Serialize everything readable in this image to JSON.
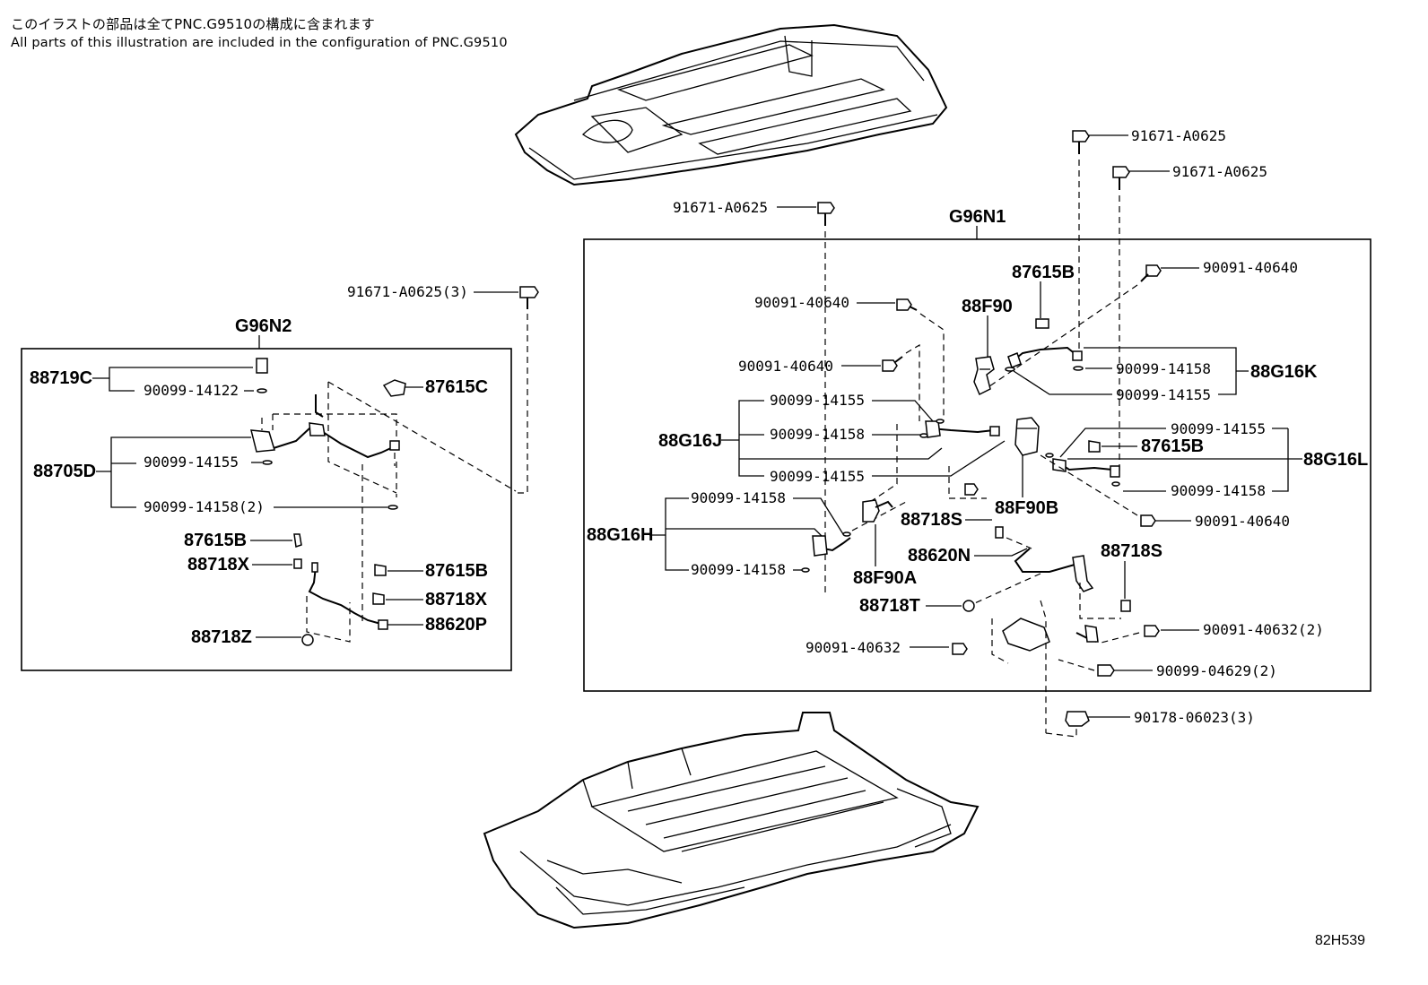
{
  "header": {
    "japanese": "このイラストの部品は全てPNC.G9510の構成に含まれます",
    "english": "All parts of this illustration are included in the configuration of PNC.G9510"
  },
  "groups": {
    "left": "G96N2",
    "right": "G96N1"
  },
  "labels": {
    "bolt_top_1": "91671-A0625",
    "bolt_top_2": "91671-A0625",
    "bolt_mid": "91671-A0625",
    "bolt_left": "91671-A0625(3)",
    "l_88719C": "88719C",
    "l_90099_14122": "90099-14122",
    "l_87615C": "87615C",
    "l_88705D": "88705D",
    "l_90099_14155": "90099-14155",
    "l_90099_14158_2": "90099-14158(2)",
    "l_87615B_a": "87615B",
    "l_88718X_a": "88718X",
    "l_87615B_b": "87615B",
    "l_88718X_b": "88718X",
    "l_88620P": "88620P",
    "l_88718Z": "88718Z",
    "r_87615B_top": "87615B",
    "r_88F90": "88F90",
    "r_90091_40640_a": "90091-40640",
    "r_90091_40640_b": "90091-40640",
    "r_90091_40640_c": "90091-40640",
    "r_90091_40640_d": "90091-40640",
    "r_90099_14158_k": "90099-14158",
    "r_90099_14155_k": "90099-14155",
    "r_88G16K": "88G16K",
    "r_88G16J": "88G16J",
    "r_j_14155_a": "90099-14155",
    "r_j_14158": "90099-14158",
    "r_j_14155_b": "90099-14155",
    "r_l_14155": "90099-14155",
    "r_87615B_mid": "87615B",
    "r_88G16L": "88G16L",
    "r_l_14158": "90099-14158",
    "r_88F90B": "88F90B",
    "r_88G16H": "88G16H",
    "r_h_14158_a": "90099-14158",
    "r_h_14158_b": "90099-14158",
    "r_88718S_a": "88718S",
    "r_88718S_b": "88718S",
    "r_88620N": "88620N",
    "r_88F90A": "88F90A",
    "r_88718T": "88718T",
    "r_90091_40632": "90091-40632",
    "r_90091_40632_2": "90091-40632(2)",
    "r_90099_04629_2": "90099-04629(2)",
    "r_90178_06023_3": "90178-06023(3)"
  },
  "figure_ref": "82H539"
}
